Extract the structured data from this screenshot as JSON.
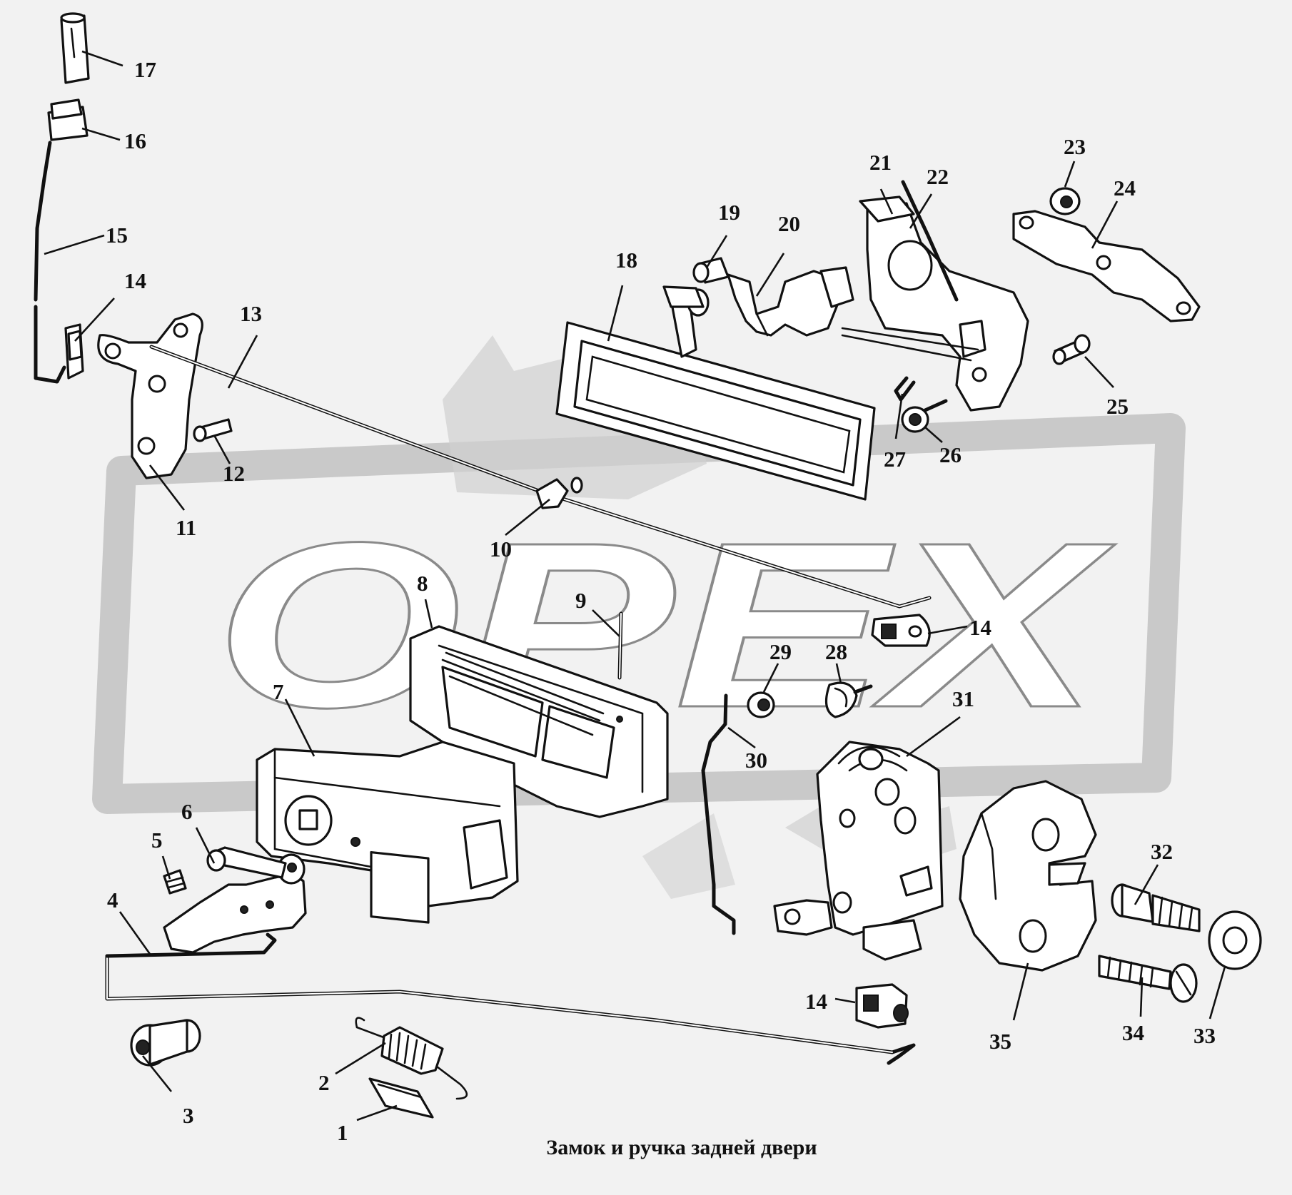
{
  "caption": "Замок и ручка задней двери",
  "watermark": "OPEX",
  "colors": {
    "background": "#f2f2f2",
    "ink": "#111111",
    "watermark_gray": "#c9c9c9"
  },
  "callouts": [
    "1",
    "2",
    "3",
    "4",
    "5",
    "6",
    "7",
    "8",
    "9",
    "10",
    "11",
    "12",
    "13",
    "14",
    "14",
    "14",
    "15",
    "16",
    "17",
    "18",
    "19",
    "20",
    "21",
    "22",
    "23",
    "24",
    "25",
    "26",
    "27",
    "28",
    "29",
    "30",
    "31",
    "32",
    "33",
    "34",
    "35"
  ]
}
